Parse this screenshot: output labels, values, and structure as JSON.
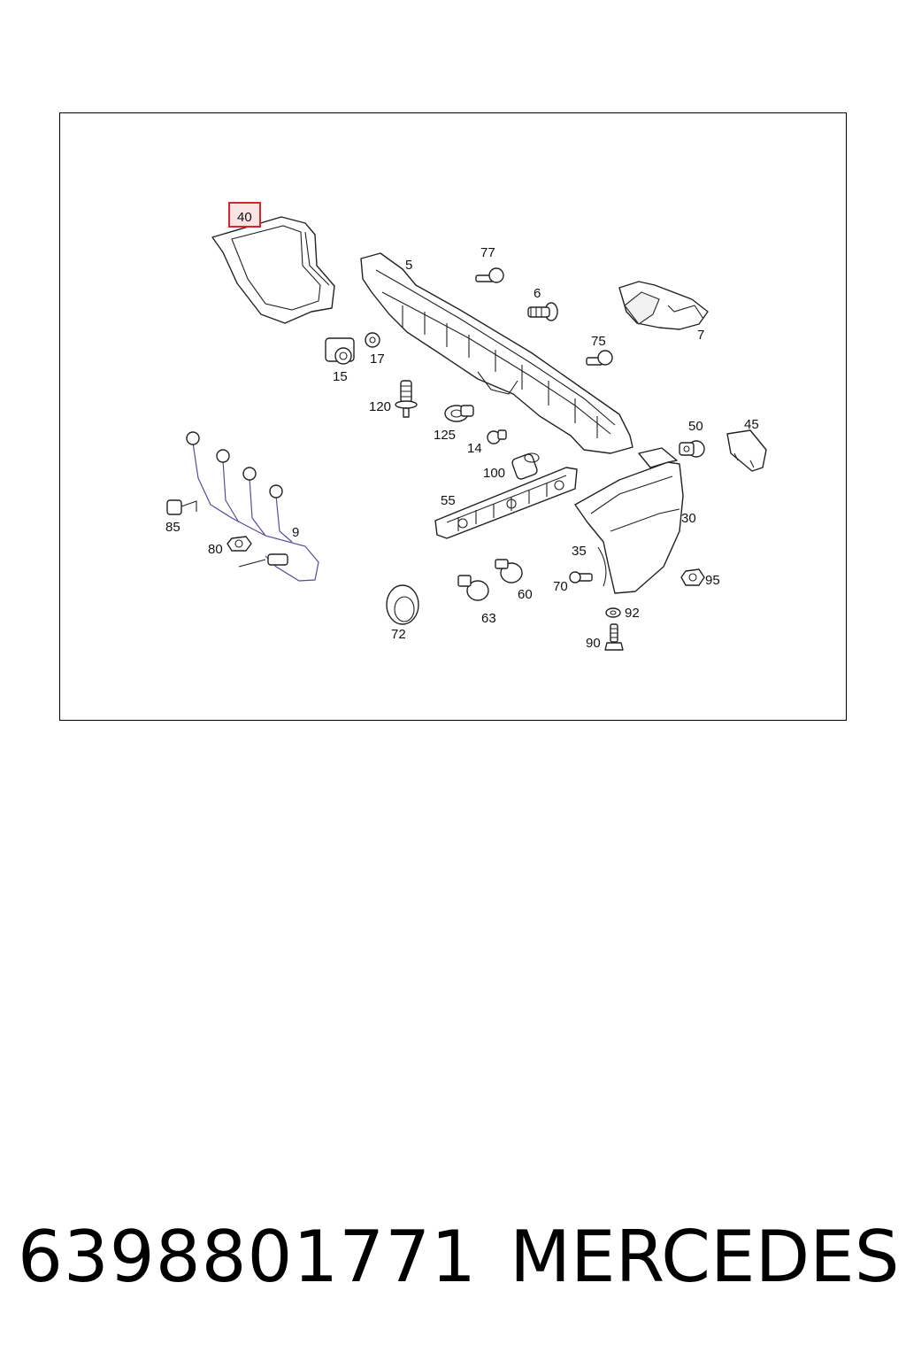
{
  "diagram": {
    "highlight_color": "#d9232d",
    "highlighted_part": "40",
    "callouts": [
      "40",
      "5",
      "77",
      "6",
      "7",
      "75",
      "17",
      "15",
      "120",
      "125",
      "14",
      "50",
      "45",
      "100",
      "55",
      "30",
      "85",
      "9",
      "80",
      "35",
      "60",
      "70",
      "95",
      "63",
      "92",
      "72",
      "90"
    ]
  },
  "footer": {
    "part_number": "6398801771",
    "brand": "MERCEDES"
  }
}
